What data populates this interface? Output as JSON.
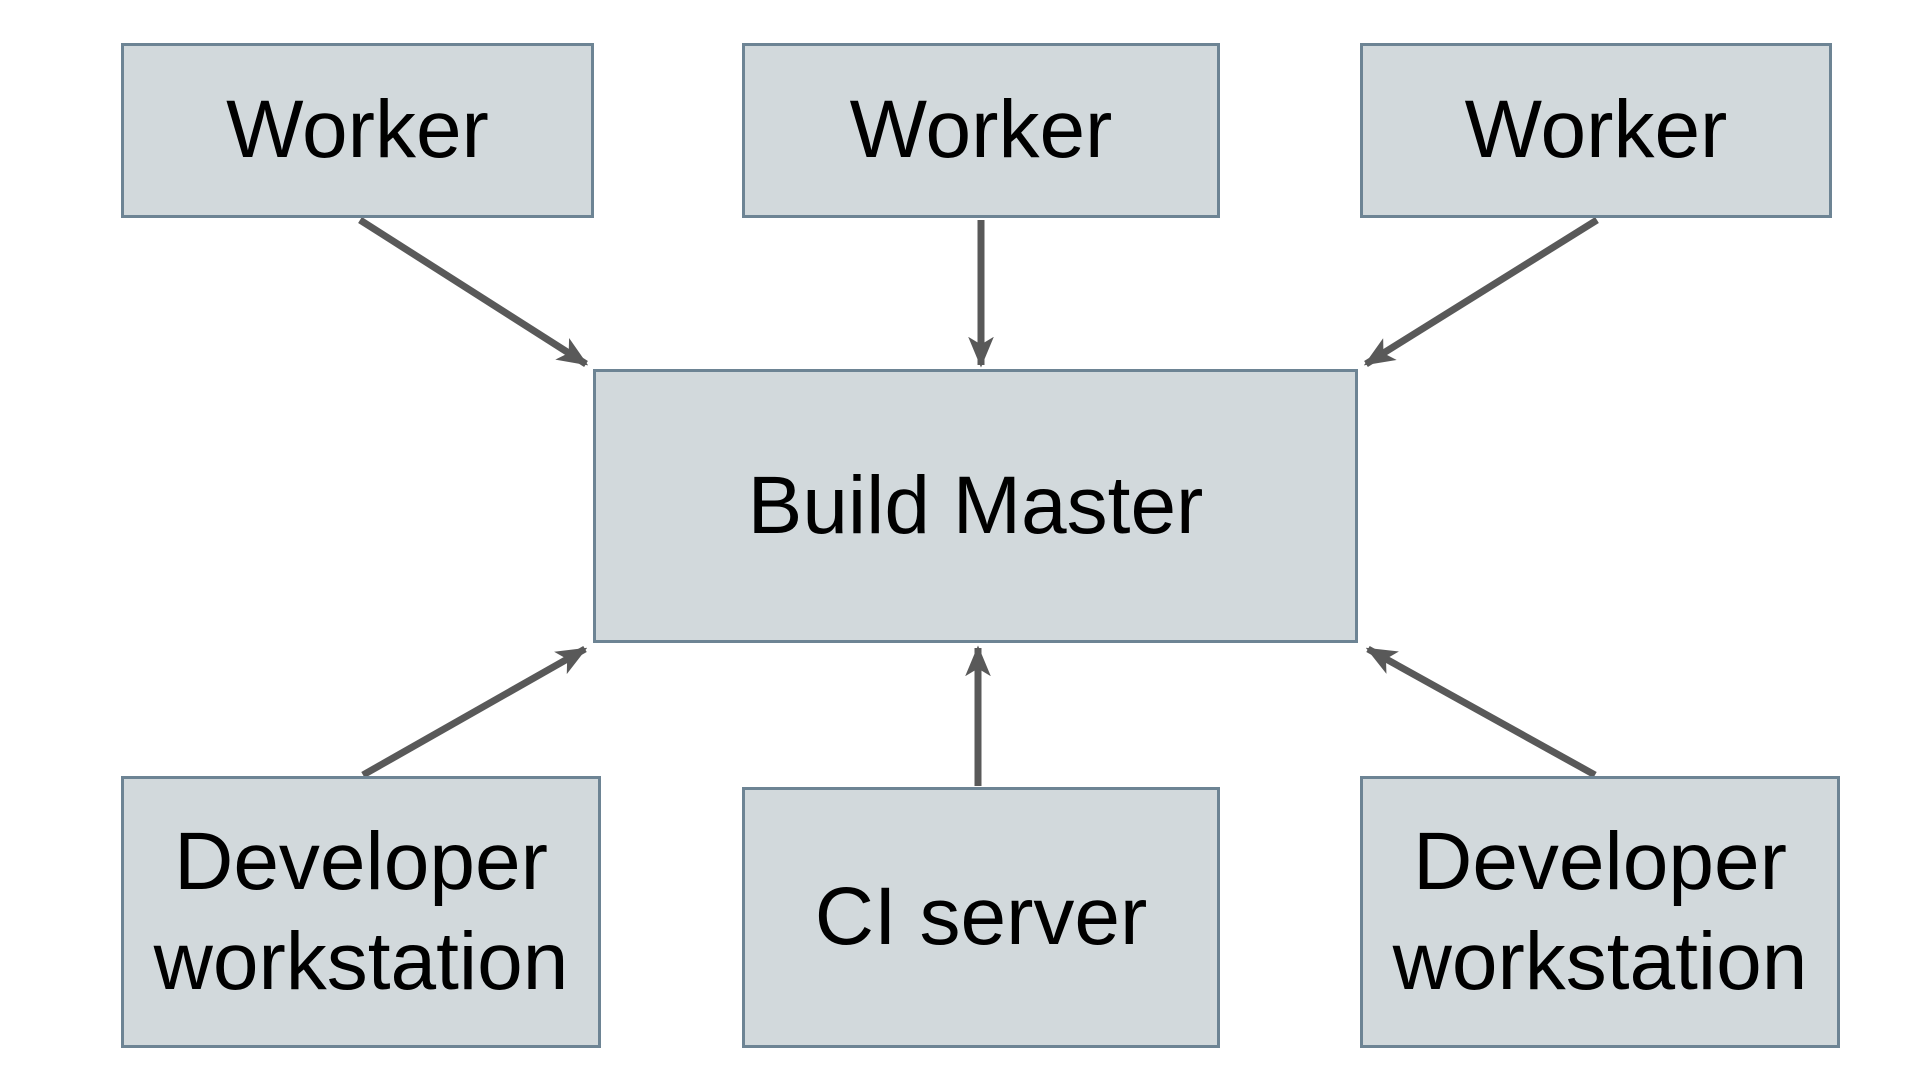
{
  "diagram": {
    "colors": {
      "node_fill": "#d2d9dc",
      "node_border": "#6d8494",
      "arrow": "#595959",
      "text": "#000000",
      "background": "#ffffff"
    },
    "nodes": [
      {
        "id": "worker-1",
        "label": "Worker"
      },
      {
        "id": "worker-2",
        "label": "Worker"
      },
      {
        "id": "worker-3",
        "label": "Worker"
      },
      {
        "id": "build-master",
        "label": "Build Master"
      },
      {
        "id": "developer-workstation-1",
        "label": "Developer workstation"
      },
      {
        "id": "ci-server",
        "label": "CI server"
      },
      {
        "id": "developer-workstation-2",
        "label": "Developer workstation"
      }
    ],
    "edges": [
      {
        "from": "worker-1",
        "to": "build-master"
      },
      {
        "from": "worker-2",
        "to": "build-master"
      },
      {
        "from": "worker-3",
        "to": "build-master"
      },
      {
        "from": "developer-workstation-1",
        "to": "build-master"
      },
      {
        "from": "ci-server",
        "to": "build-master"
      },
      {
        "from": "developer-workstation-2",
        "to": "build-master"
      }
    ]
  }
}
